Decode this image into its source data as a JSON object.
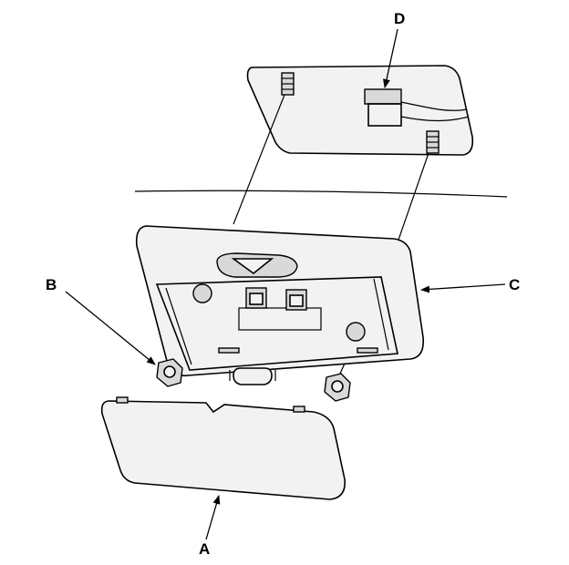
{
  "labels": {
    "a": "A",
    "b": "B",
    "c": "C",
    "d": "D"
  },
  "colors": {
    "line": "#000000",
    "part_fill": "#f2f2f2",
    "shade": "#d9d9d9",
    "background": "#ffffff"
  }
}
